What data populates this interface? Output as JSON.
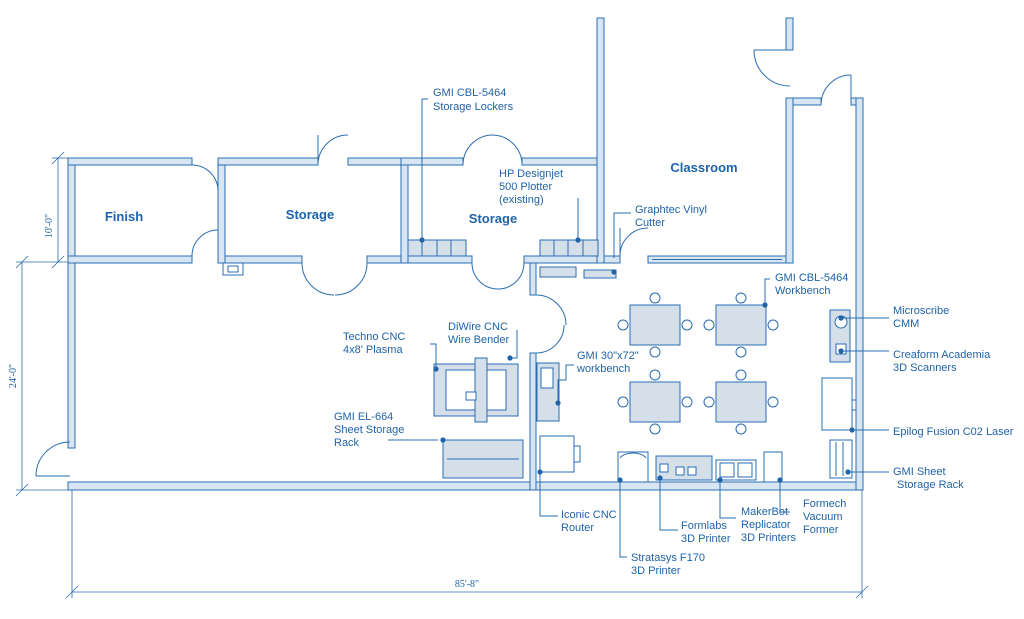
{
  "rooms": {
    "finish": "Finish",
    "storage1": "Storage",
    "storage2": "Storage",
    "classroom": "Classroom"
  },
  "labels": {
    "lockers": [
      "GMI CBL-5464",
      "Storage Lockers"
    ],
    "plotter": [
      "HP Designjet",
      "500 Plotter",
      "(existing)"
    ],
    "vinyl": [
      "Graphtec Vinyl",
      "Cutter"
    ],
    "workbench_cbl": [
      "GMI CBL-5464",
      "Workbench"
    ],
    "microscribe": [
      "Microscribe",
      "CMM"
    ],
    "creaform": [
      "Creaform Academia",
      "3D Scanners"
    ],
    "epilog": [
      "Epilog Fusion C02 Laser"
    ],
    "sheet_rack_right": [
      "GMI Sheet",
      "Storage Rack"
    ],
    "formech": [
      "Formech",
      "Vacuum",
      "Former"
    ],
    "makerbot": [
      "MakerBot",
      "Replicator",
      "3D Printers"
    ],
    "formlabs": [
      "Formlabs",
      "3D Printer"
    ],
    "stratasys": [
      "Stratasys F170",
      "3D Printer"
    ],
    "iconic": [
      "Iconic CNC",
      "Router"
    ],
    "gmi_workbench": [
      "GMI 30\"x72\"",
      "workbench"
    ],
    "diwire": [
      "DiWire CNC",
      "Wire Bender"
    ],
    "techno": [
      "Techno CNC",
      "4x8' Plasma"
    ],
    "el664": [
      "GMI EL-664",
      "Sheet Storage",
      "Rack"
    ]
  },
  "dimensions": {
    "d10": "10'-0\"",
    "d24": "24'-0\"",
    "d85": "85'-8\""
  },
  "colors": {
    "line": "#2a6db1",
    "text": "#1f63a8",
    "wall_fill": "#d8e6f4",
    "equipment_fill": "#d4dfea"
  }
}
